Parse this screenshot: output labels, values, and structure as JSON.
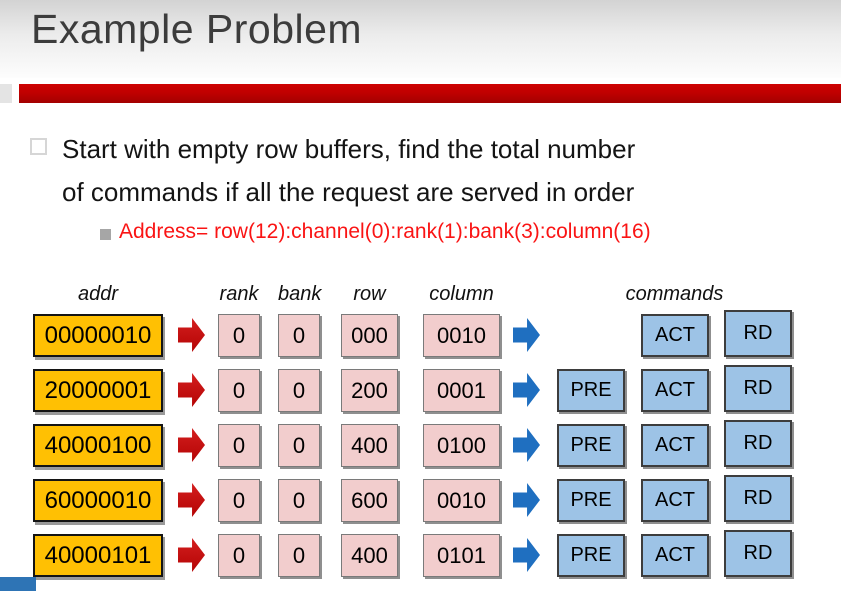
{
  "slide": {
    "title": "Example Problem",
    "bullet": {
      "line1": "Start with empty row buffers, find the total number",
      "line2": "of commands if all the request are served in order"
    },
    "sub_bullet": "Address= row(12):channel(0):rank(1):bank(3):column(16)"
  },
  "colors": {
    "accent_red_bar": "#c00000",
    "addr_fill": "#ffc003",
    "field_fill": "#f2cdcd",
    "command_fill": "#9dc3e6",
    "arrow_red": "#c01010",
    "arrow_blue": "#1f6fc0",
    "sub_bullet_text": "#fa1414",
    "footer_accent": "#2e74b5"
  },
  "table": {
    "headers": [
      "addr",
      "rank",
      "bank",
      "row",
      "column",
      "commands"
    ],
    "rows": [
      {
        "addr": "00000010",
        "rank": "0",
        "bank": "0",
        "row": "000",
        "column": "0010",
        "commands": [
          "ACT",
          "RD"
        ]
      },
      {
        "addr": "20000001",
        "rank": "0",
        "bank": "0",
        "row": "200",
        "column": "0001",
        "commands": [
          "PRE",
          "ACT",
          "RD"
        ]
      },
      {
        "addr": "40000100",
        "rank": "0",
        "bank": "0",
        "row": "400",
        "column": "0100",
        "commands": [
          "PRE",
          "ACT",
          "RD"
        ]
      },
      {
        "addr": "60000010",
        "rank": "0",
        "bank": "0",
        "row": "600",
        "column": "0010",
        "commands": [
          "PRE",
          "ACT",
          "RD"
        ]
      },
      {
        "addr": "40000101",
        "rank": "0",
        "bank": "0",
        "row": "400",
        "column": "0101",
        "commands": [
          "PRE",
          "ACT",
          "RD"
        ]
      }
    ]
  }
}
